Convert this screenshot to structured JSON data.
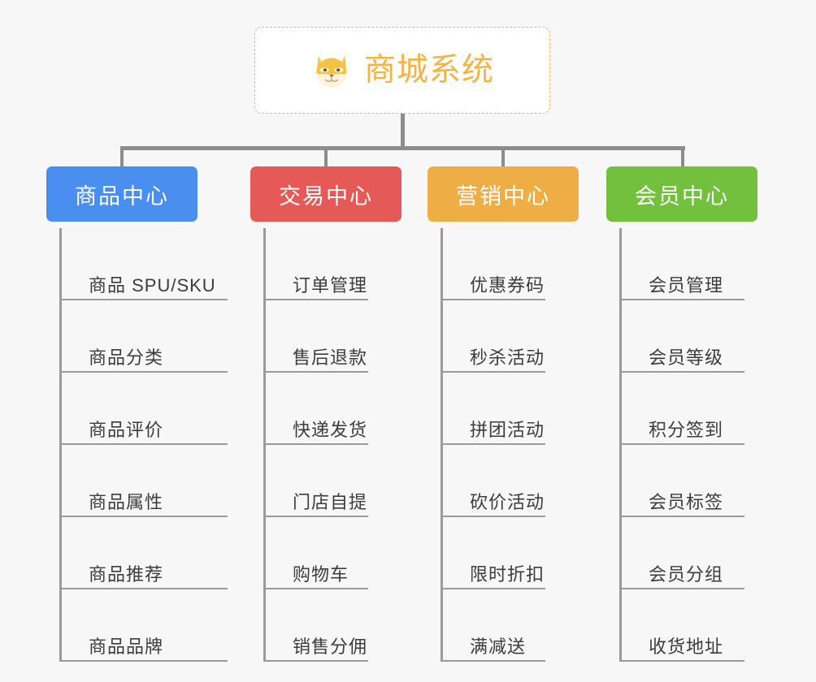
{
  "page": {
    "background_color": "#f7f7f7",
    "diagram_type": "organization-tree"
  },
  "root": {
    "title": "商城系统",
    "icon": "shiba-dog-icon",
    "text_color": "#f3b445",
    "border_color": "#eeb65a",
    "background_color": "#ffffff"
  },
  "connector": {
    "color": "#8c8c8c"
  },
  "branches": [
    {
      "id": "product-center",
      "label": "商品中心",
      "color": "#4a8ef0",
      "items": [
        "商品 SPU/SKU",
        "商品分类",
        "商品评价",
        "商品属性",
        "商品推荐",
        "商品品牌"
      ]
    },
    {
      "id": "trade-center",
      "label": "交易中心",
      "color": "#e55a56",
      "items": [
        "订单管理",
        "售后退款",
        "快递发货",
        "门店自提",
        "购物车",
        "销售分佣"
      ]
    },
    {
      "id": "marketing-center",
      "label": "营销中心",
      "color": "#eead45",
      "items": [
        "优惠券码",
        "秒杀活动",
        "拼团活动",
        "砍价活动",
        "限时折扣",
        "满减送"
      ]
    },
    {
      "id": "member-center",
      "label": "会员中心",
      "color": "#73c03f",
      "items": [
        "会员管理",
        "会员等级",
        "积分签到",
        "会员标签",
        "会员分组",
        "收货地址"
      ]
    }
  ]
}
